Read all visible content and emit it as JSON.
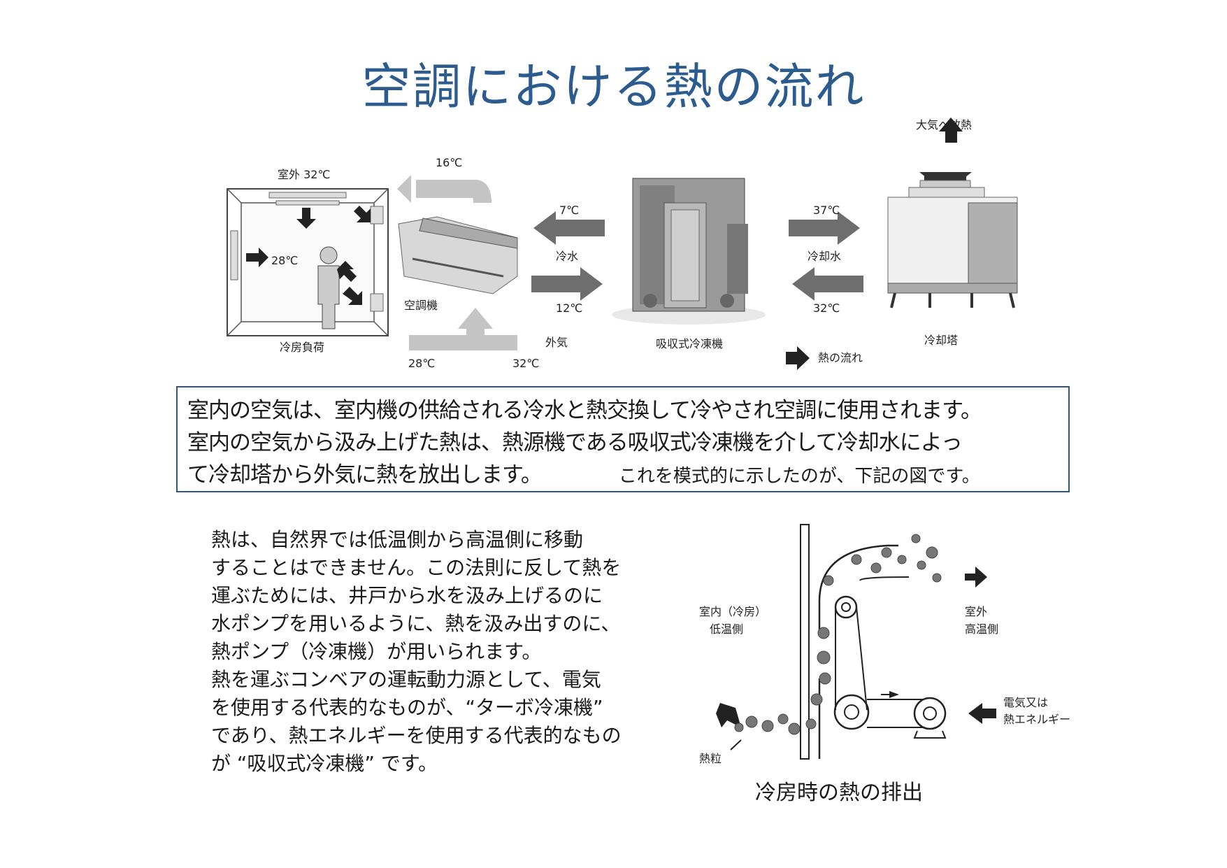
{
  "title": "空調における熱の流れ",
  "top_diagram": {
    "outdoor_temp_label": "室外 32℃",
    "room_temp": "28℃",
    "room_caption": "冷房負荷",
    "supply_air_temp": "16℃",
    "ahu_caption": "空調機",
    "outside_air_label": "外気",
    "return_air_temp": "28℃",
    "outside_air_temp": "32℃",
    "chilled_water_supply": "7℃",
    "chilled_water_label": "冷水",
    "chilled_water_return": "12℃",
    "chiller_caption": "吸収式冷凍機",
    "cooling_water_out": "37℃",
    "cooling_water_label": "冷却水",
    "cooling_water_in": "32℃",
    "release_label": "大気へ放熱",
    "tower_caption": "冷却塔",
    "legend_label": "熱の流れ"
  },
  "summary": {
    "line1": "室内の空気は、室内機の供給される冷水と熱交換して冷やされ空調に使用されます。",
    "line2": "室内の空気から汲み上げた熱は、熱源機である吸収式冷凍機を介して冷却水によっ",
    "line3": "て冷却塔から外気に熱を放出します。",
    "note": "これを模式的に示したのが、下記の図です。"
  },
  "explanation": [
    "熱は、自然界では低温側から高温側に移動",
    "することはできません。この法則に反して熱を",
    "運ぶためには、井戸から水を汲み上げるのに",
    "水ポンプを用いるように、熱を汲み出すのに、",
    "熱ポンプ（冷凍機）が用いられます。",
    "熱を運ぶコンベアの運転動力源として、電気",
    "を使用する代表的なものが、“ターボ冷凍機”",
    "であり、熱エネルギーを使用する代表的なもの",
    "が “吸収式冷凍機” です。"
  ],
  "bottom_diagram": {
    "indoor_label_1": "室内（冷房）",
    "indoor_label_2": "低温側",
    "outdoor_label_1": "室外",
    "outdoor_label_2": "高温側",
    "power_label_1": "電気又は",
    "power_label_2": "熱エネルギー",
    "particle_label": "熱粒",
    "caption": "冷房時の熱の排出"
  },
  "colors": {
    "title": "#2c5c8f",
    "box_border": "#34557a",
    "arrow_gray": "#6e6e6e",
    "arrow_light": "#c4c4c4"
  }
}
